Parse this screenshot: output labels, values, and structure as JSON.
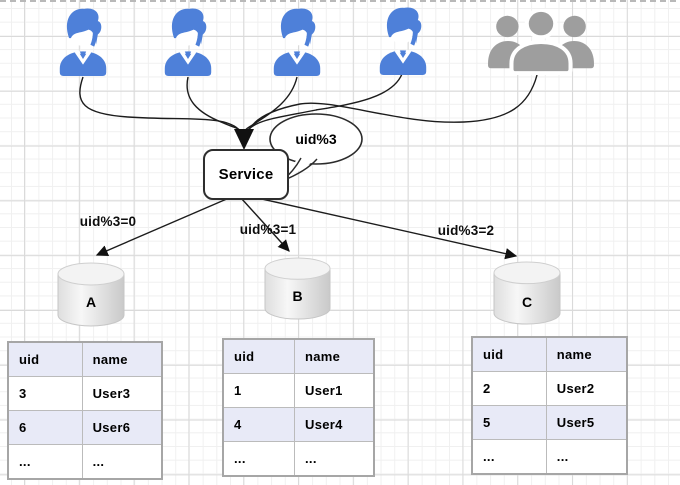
{
  "diagram": {
    "service": {
      "label": "Service"
    },
    "bubble": {
      "label": "uid%3"
    },
    "clients": {
      "individual_users": 4,
      "user_icon": "user-icon",
      "group_icon": "users-group-icon"
    },
    "edges": [
      {
        "label": "uid%3=0",
        "target": "A"
      },
      {
        "label": "uid%3=1",
        "target": "B"
      },
      {
        "label": "uid%3=2",
        "target": "C"
      }
    ],
    "databases": [
      {
        "label": "A"
      },
      {
        "label": "B"
      },
      {
        "label": "C"
      }
    ]
  },
  "tables": [
    {
      "shard": "A",
      "headers": [
        "uid",
        "name"
      ],
      "rows": [
        [
          "3",
          "User3"
        ],
        [
          "6",
          "User6"
        ],
        [
          "...",
          "..."
        ]
      ]
    },
    {
      "shard": "B",
      "headers": [
        "uid",
        "name"
      ],
      "rows": [
        [
          "1",
          "User1"
        ],
        [
          "4",
          "User4"
        ],
        [
          "...",
          "..."
        ]
      ]
    },
    {
      "shard": "C",
      "headers": [
        "uid",
        "name"
      ],
      "rows": [
        [
          "2",
          "User2"
        ],
        [
          "5",
          "User5"
        ],
        [
          "...",
          "..."
        ]
      ]
    }
  ],
  "colors": {
    "user_icon_blue": "#4E80D9",
    "group_icon_gray": "#9E9E9E",
    "table_stripe": "#E8EAF7",
    "table_border": "#A6A6A6",
    "grid_minor": "#F0F0F0",
    "grid_major": "#DADADA",
    "edge_stroke": "#1c1c1c"
  }
}
